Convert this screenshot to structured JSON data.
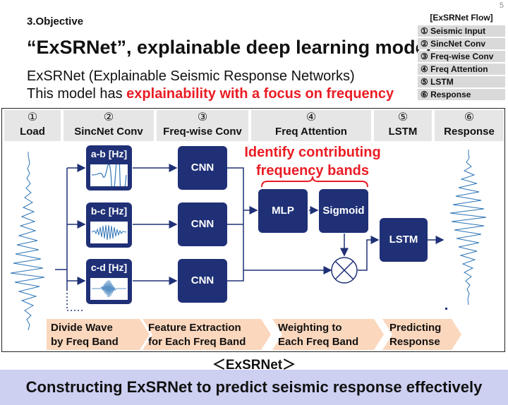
{
  "page_number": "5",
  "section": "3.Objective",
  "title": "“ExSRNet”, explainable deep learning model",
  "subtitle1": "ExSRNet (Explainable Seismic Response Networks)",
  "subtitle2_prefix": "This model has ",
  "subtitle2_highlight": "explainability with a focus on frequency",
  "flow": {
    "header": "[ExSRNet Flow]",
    "items": [
      "① Seismic Input",
      "② SincNet Conv",
      "③ Freq-wise Conv",
      "④ Freq Attention",
      "⑤ LSTM",
      "⑥ Response"
    ]
  },
  "columns": [
    {
      "num": "①",
      "label": "Load"
    },
    {
      "num": "②",
      "label": "SincNet Conv"
    },
    {
      "num": "③",
      "label": "Freq-wise Conv"
    },
    {
      "num": "④",
      "label": "Freq Attention"
    },
    {
      "num": "⑤",
      "label": "LSTM"
    },
    {
      "num": "⑥",
      "label": "Response"
    }
  ],
  "sinc_filters": [
    "a-b [Hz]",
    "b-c [Hz]",
    "c-d [Hz]"
  ],
  "cnn_label": "CNN",
  "mlp_label": "MLP",
  "sigmoid_label": "Sigmoid",
  "lstm_label": "LSTM",
  "identify_line1": "Identify contributing",
  "identify_line2": "frequency bands",
  "steps": [
    {
      "line1": "Divide Wave",
      "line2": "by Freq Band"
    },
    {
      "line1": "Feature Extraction",
      "line2": "for Each Freq Band"
    },
    {
      "line1": "Weighting to",
      "line2": "Each Freq Band"
    },
    {
      "line1": "Predicting",
      "line2": "Response"
    }
  ],
  "caption": "＜ExSRNet＞",
  "banner": "Constructing ExSRNet to predict seismic response effectively",
  "colors": {
    "navy": "#1f3076",
    "red": "#ea1c24",
    "wave": "#2e75b6",
    "peach": "#fbd7bd",
    "banner": "#cdd0f1"
  }
}
